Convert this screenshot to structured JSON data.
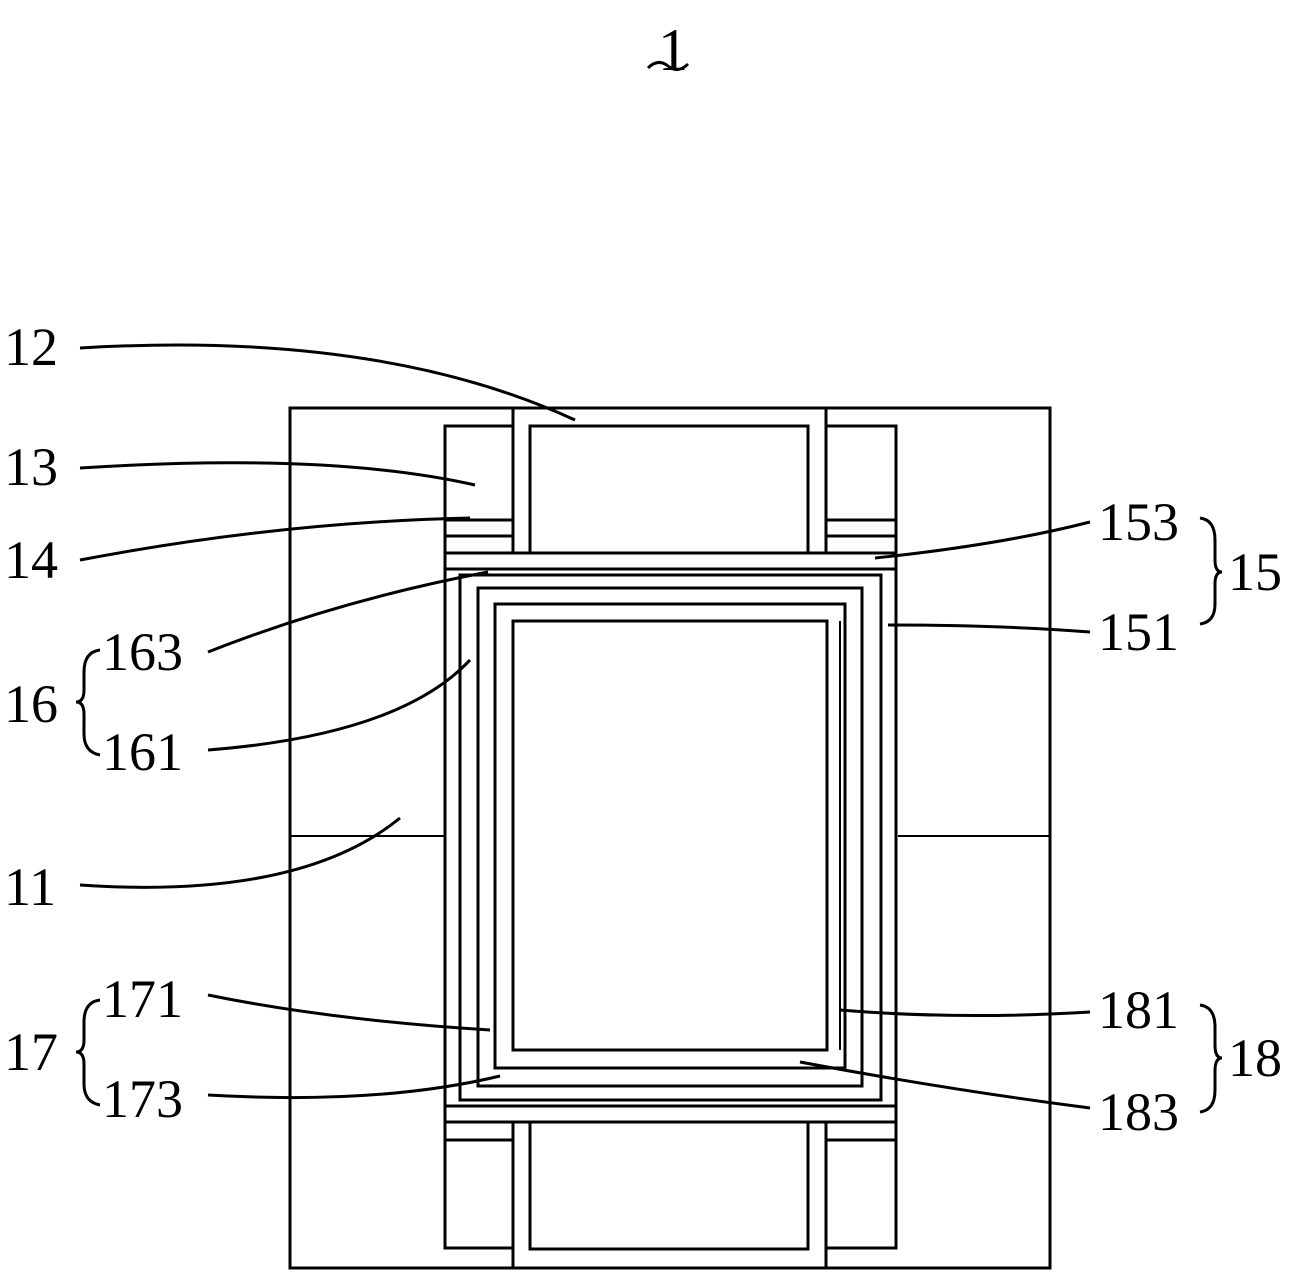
{
  "figure_number": "1",
  "labels": {
    "l11": "11",
    "l12": "12",
    "l13": "13",
    "l14": "14",
    "l15": "15",
    "l151": "151",
    "l153": "153",
    "l16": "16",
    "l161": "161",
    "l163": "163",
    "l17": "17",
    "l171": "171",
    "l173": "173",
    "l18": "18",
    "l181": "181",
    "l183": "183"
  }
}
